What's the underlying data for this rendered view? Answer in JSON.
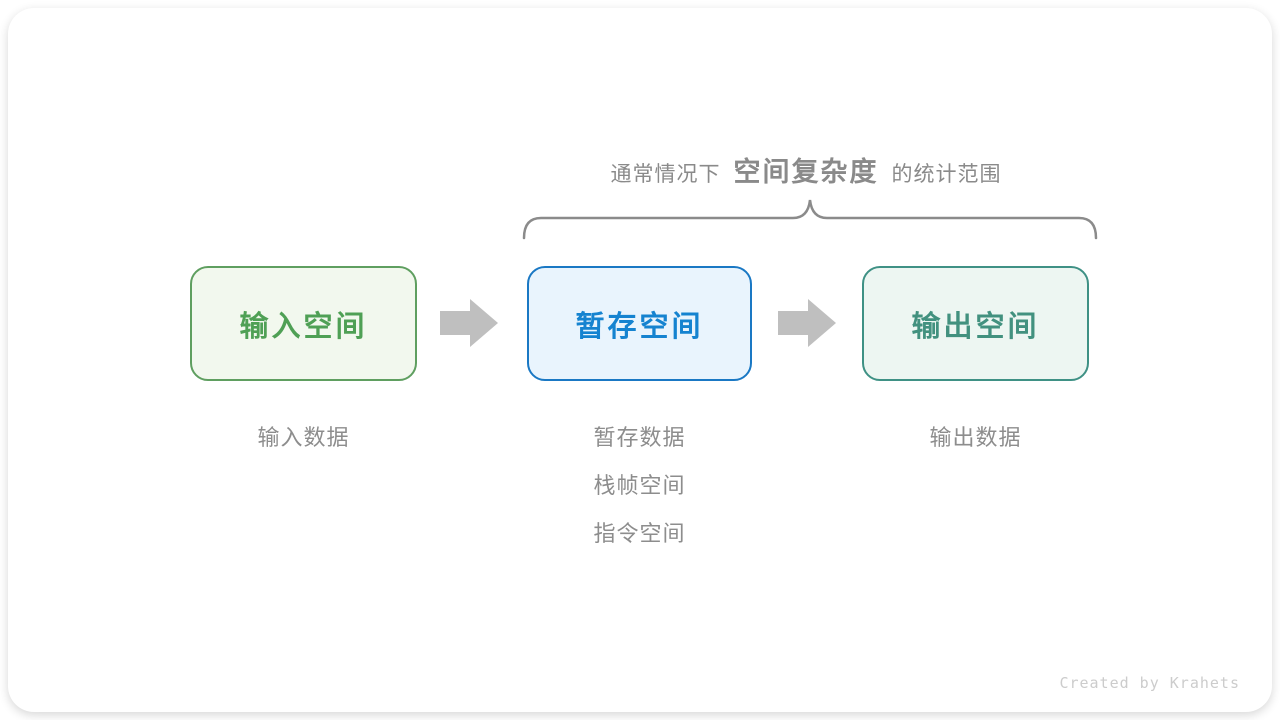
{
  "colors": {
    "page-bg": "#ffffff",
    "card-bg": "#ffffff",
    "caption-text": "#8a8a8a",
    "note-text": "#8d8d8d",
    "brace": "#8b8b8b",
    "arrow": "#bfbfbf",
    "credit": "#cccccc",
    "green-border": "#5f9f60",
    "green-bg": "#f2f8ee",
    "green-text": "#4fa055",
    "blue-border": "#1a78c4",
    "blue-bg": "#e9f4fd",
    "blue-text": "#1583d0",
    "teal-border": "#3f9185",
    "teal-bg": "#edf6f2",
    "teal-text": "#42917f"
  },
  "caption": {
    "prefix": "通常情况下",
    "highlight": "空间复杂度",
    "suffix": "的统计范围"
  },
  "boxes": [
    {
      "label": "输入空间"
    },
    {
      "label": "暂存空间"
    },
    {
      "label": "输出空间"
    }
  ],
  "notes": {
    "input": [
      "输入数据"
    ],
    "temp": [
      "暂存数据",
      "栈帧空间",
      "指令空间"
    ],
    "output": [
      "输出数据"
    ]
  },
  "credit": "Created by Krahets"
}
